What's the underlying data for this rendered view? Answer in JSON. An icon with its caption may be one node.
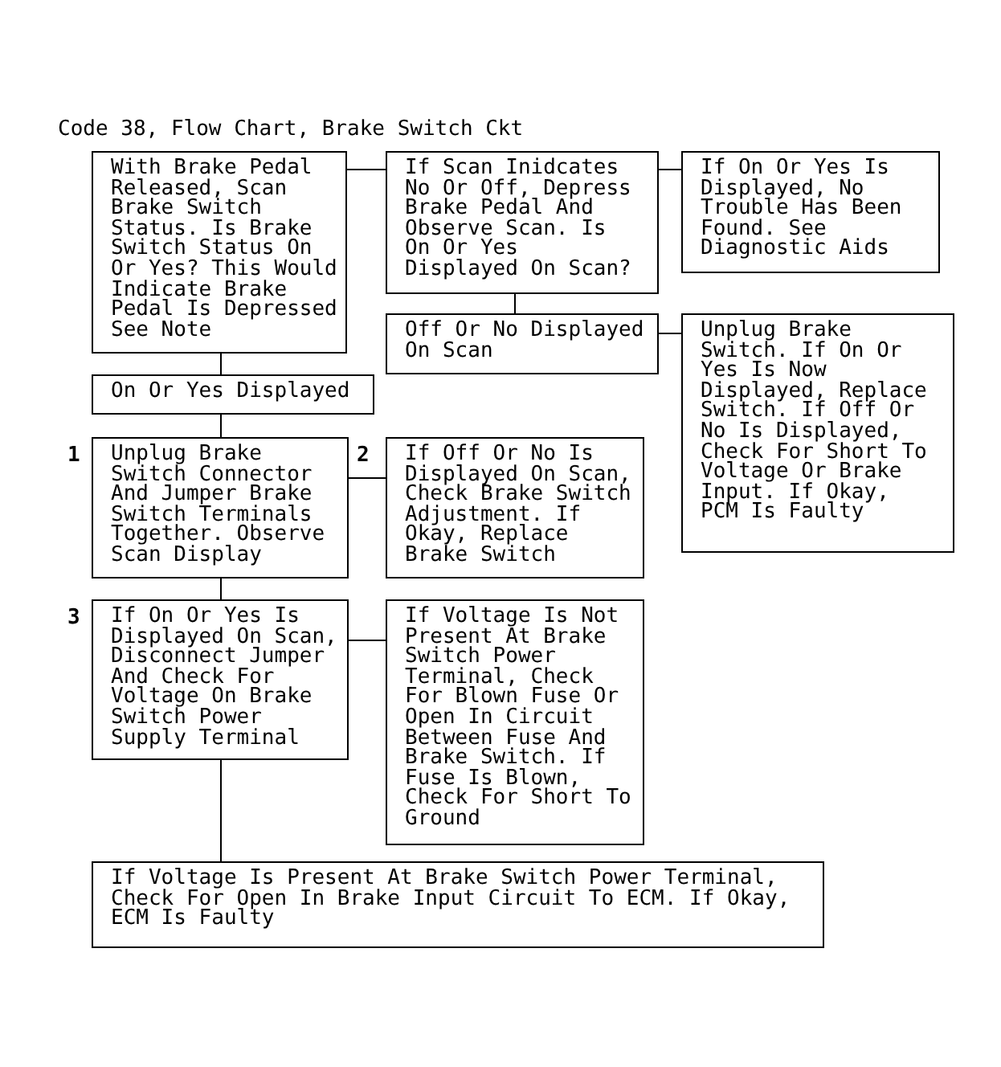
{
  "diagram": {
    "title": "Code 38, Flow Chart, Brake Switch Ckt",
    "nodes": [
      {
        "text": [
          "With Brake Pedal Released, Scan Brake Switch Status. Is Brake Switch Status On Or Yes? This Would Indicate Brake Pedal Is Depressed See Note"
        ]
      },
      {
        "text": [
          "If Scan Inidcates No Or Off, Depress Brake Pedal And Observe Scan. Is On Or Yes Displayed On Scan?"
        ]
      },
      {
        "text": [
          "If On Or Yes Is Displayed, No Trouble Has Been Found. See Diagnostic Aids"
        ]
      },
      {
        "text": [
          "Off Or No Displayed On Scan"
        ]
      },
      {
        "text": [
          "Unplug Brake Switch. If On Or Yes Is Now Displayed, Replace Switch. If Off Or No Is Displayed, Check For Short To Voltage Or Brake Input. If Okay, PCM Is Faulty"
        ]
      },
      {
        "text": [
          "On Or Yes Displayed"
        ]
      },
      {
        "text": [
          "Unplug Brake Switch Connector And Jumper Brake Switch Terminals Together. Observe Scan Display"
        ],
        "beside": [
          "1"
        ]
      },
      {
        "text": [
          "If Off Or No Is Displayed On Scan, Check Brake Switch Adjustment. If Okay, Replace Brake Switch"
        ],
        "beside": [
          "2"
        ]
      },
      {
        "text": [
          "If On Or Yes Is Displayed On Scan, Disconnect Jumper And Check For Voltage On Brake Switch Power Supply Terminal"
        ],
        "beside": [
          "3"
        ]
      },
      {
        "text": [
          "If Voltage Is Not Present At Brake Switch Power Terminal, Check For Blown Fuse Or Open In Circuit Between Fuse And Brake Switch. If Fuse Is Blown, Check For Short To Ground"
        ]
      },
      {
        "text": [
          "If Voltage Is Present At Brake Switch Power Terminal, Check For Open In Brake Input Circuit To ECM. If Okay, ECM Is Faulty"
        ]
      }
    ],
    "edges": [
      {
        "from": 0,
        "to": 1,
        "arrow": "none"
      },
      {
        "from": 1,
        "to": 2,
        "arrow": "none"
      },
      {
        "from": 1,
        "to": 3,
        "arrow": "none"
      },
      {
        "from": 3,
        "to": 4,
        "arrow": "none"
      },
      {
        "from": 0,
        "to": 5,
        "arrow": "none"
      },
      {
        "from": 5,
        "to": 6,
        "arrow": "none"
      },
      {
        "from": 6,
        "to": 7,
        "arrow": "none"
      },
      {
        "from": 6,
        "to": 8,
        "arrow": "none"
      },
      {
        "from": 8,
        "to": 9,
        "arrow": "none"
      },
      {
        "from": 8,
        "to": 10,
        "arrow": "none"
      }
    ]
  }
}
